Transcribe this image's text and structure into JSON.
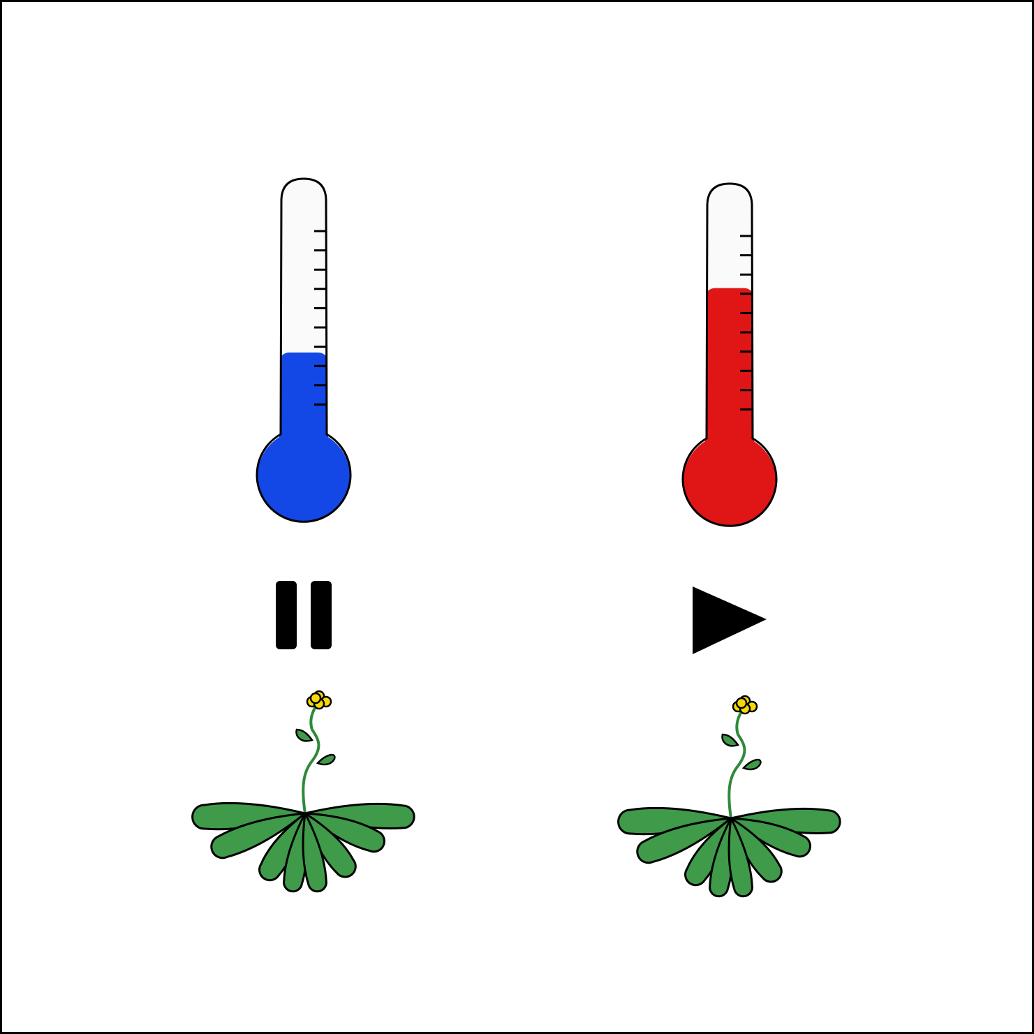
{
  "panels": [
    {
      "id": "cold",
      "thermometer": {
        "state": "cold",
        "level": 0.32,
        "fill_color": "#1347E6",
        "tick_count": 10
      },
      "control_icon": "pause-icon",
      "plant": {
        "icon": "plant-icon",
        "leaf_color": "#3F9A4A",
        "flower_color": "#F5D90A",
        "stem_color": "#2E8A3A"
      }
    },
    {
      "id": "warm",
      "thermometer": {
        "state": "warm",
        "level": 0.59,
        "fill_color": "#E01515",
        "tick_count": 10
      },
      "control_icon": "play-icon",
      "plant": {
        "icon": "plant-icon",
        "leaf_color": "#3F9A4A",
        "flower_color": "#F5D90A",
        "stem_color": "#2E8A3A"
      }
    }
  ],
  "colors": {
    "frame": "#000000",
    "tube": "#FAFAFA",
    "background": "#FFFFFF"
  }
}
